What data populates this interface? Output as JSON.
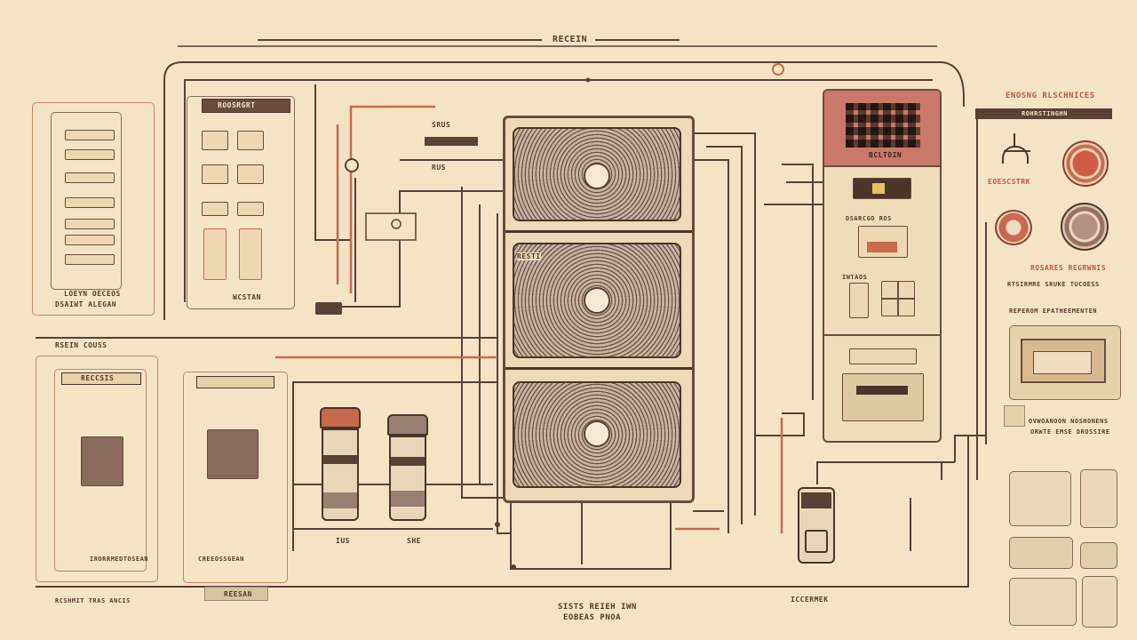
{
  "header": {
    "title": "RECEIN"
  },
  "left_panel_top": {
    "caption1": "LOEYN OECEOS",
    "caption2": "DSAIWT ALEGAN"
  },
  "mid_panel_top": {
    "plate": "ROOSRGRT",
    "caption": "WCSTAN"
  },
  "section_label": "RSEIN COUSS",
  "left_panel_bottom": {
    "tag": "RECCSIS",
    "line": "IRORRMEDTOSEAN"
  },
  "mid_panel_bottom": {
    "caption": "REESAN",
    "line": "CREEOSSGEAN"
  },
  "left_footer": "RCSHMIT TRAS ANCIS",
  "pipe_labels": {
    "top": "SRUS",
    "mid": "RUS"
  },
  "canisters": {
    "left_label": "IUS",
    "right_label": "SHE"
  },
  "fan_unit": {
    "label": "RESTI"
  },
  "bottom_center": {
    "line1": "SISTS REIEH IWN",
    "line2": "EOBEAS PNOA"
  },
  "controller": {
    "title": "BCLTOIN",
    "label_a": "DSARCGO ROS",
    "label_b": "IWTAOS",
    "battery_label": "ICCERMEK"
  },
  "right_column": {
    "heading": "ENOSNG RLSCHNICES",
    "subtitle": "ROHRSTINGHN",
    "gauge_label": "EOESCSTRK",
    "desc_title": "ROSARES REGRWNIS",
    "desc_line1": "RTSIRMRE SRUKE TUCOESS",
    "desc_line2": "REPEROM EPATHEEMENTEN",
    "info_line1": "OVWOANOON NOSHONENS",
    "info_line2": "ORWTE EMSE DROSSIRE"
  },
  "colors": {
    "background": "#f5e4c4",
    "line_dark": "#4a3528",
    "accent_red": "#c86a50",
    "fan_shade": "#b9a090"
  }
}
